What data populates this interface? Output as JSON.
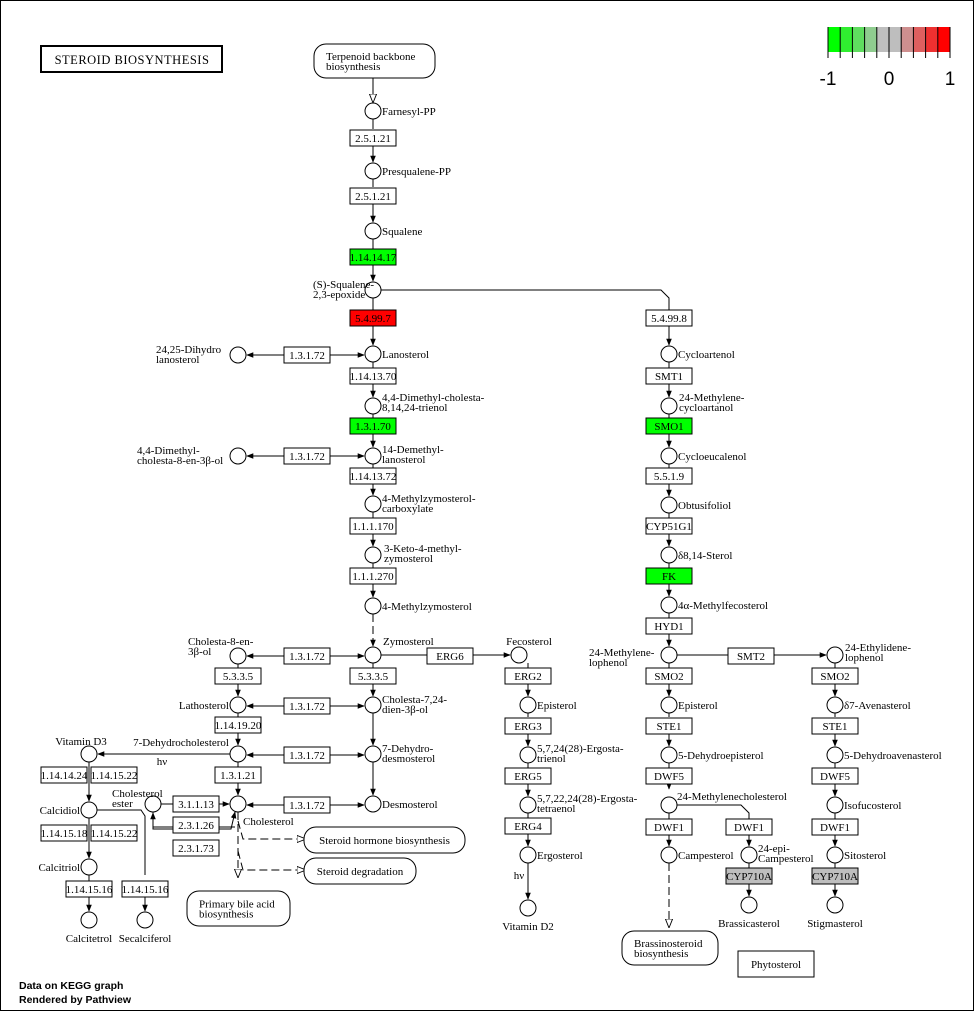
{
  "title": "STEROID BIOSYNTHESIS",
  "legend": {
    "ticks": [
      "-1",
      "0",
      "1"
    ],
    "colors": [
      "#00FF00",
      "#30EE30",
      "#5FDD5F",
      "#8FCC8F",
      "#BEBEBE",
      "#BEBEBE",
      "#CE8F8F",
      "#DE5F5F",
      "#EE3030",
      "#FF0000"
    ]
  },
  "credits": [
    "Data on KEGG graph",
    "Rendered by Pathview"
  ],
  "colors": {
    "up": "#FF0000",
    "down": "#00FF00",
    "nodata": "#BEBEBE",
    "default": "#FFFFFF"
  },
  "compounds": {
    "farnesyl_pp": "Farnesyl-PP",
    "presqualene_pp": "Presqualene-PP",
    "squalene": "Squalene",
    "squalene_epoxide": [
      "(S)-Squalene-",
      "2,3-epoxide"
    ],
    "lanosterol": "Lanosterol",
    "dihydrolanosterol": [
      "24,25-Dihydro",
      "lanosterol"
    ],
    "dimethyl_cholesta_trienol": [
      "4,4-Dimethyl-cholesta-",
      "8,14,24-trienol"
    ],
    "demethyl_lanosterol": [
      "14-Demethyl-",
      "lanosterol"
    ],
    "dimethyl_cholesta_en_ol": [
      "4,4-Dimethyl-",
      "cholesta-8-en-3β-ol"
    ],
    "methylzymosterol_carboxylate": [
      "4-Methylzymosterol-",
      "carboxylate"
    ],
    "keto_methyl_zymosterol": [
      "3-Keto-4-methyl-",
      "zymosterol"
    ],
    "methylzymosterol": "4-Methylzymosterol",
    "zymosterol": "Zymosterol",
    "cholesta_8_en_ol": [
      "Cholesta-8-en-",
      "3β-ol"
    ],
    "fecosterol": "Fecosterol",
    "lathosterol": "Lathosterol",
    "cholesta_7_24_dienol": [
      "Cholesta-7,24-",
      "dien-3β-ol"
    ],
    "dehydrocholesterol": "7-Dehydrocholesterol",
    "hv1": "hν",
    "dehydrodesmosterol": [
      "7-Dehydro-",
      "desmosterol"
    ],
    "vitamin_d3": "Vitamin D3",
    "desmosterol": "Desmosterol",
    "cholesterol": "Cholesterol",
    "cholesterol_ester": [
      "Cholesterol",
      "ester"
    ],
    "calcidiol": "Calcidiol",
    "calcitriol": "Calcitriol",
    "calcitetrol": "Calcitetrol",
    "secalciferol": "Secalciferol",
    "episterol_y": "Episterol",
    "ergostatrienol": [
      "5,7,24(28)-Ergosta-",
      "trienol"
    ],
    "ergostatetraenol": [
      "5,7,22,24(28)-Ergosta-",
      "tetraenol"
    ],
    "ergosterol": "Ergosterol",
    "hv2": "hν",
    "vitamin_d2": "Vitamin D2",
    "cycloartenol": "Cycloartenol",
    "methylene_cycloartanol": [
      "24-Methylene-",
      "cycloartanol"
    ],
    "cycloeucalenol": "Cycloeucalenol",
    "obtusifoliol": "Obtusifoliol",
    "d8_14_sterol": "δ8,14-Sterol",
    "methylfecosterol": "4α-Methylfecosterol",
    "methylene_lophenol": [
      "24-Methylene-",
      "lophenol"
    ],
    "ethylidene_lophenol": [
      "24-Ethylidene-",
      "lophenol"
    ],
    "episterol_p": "Episterol",
    "avenasterol": "δ7-Avenasterol",
    "dehydroepisterol": "5-Dehydroepisterol",
    "dehydroavenasterol": "5-Dehydroavenasterol",
    "methylenecholesterol": "24-Methylenecholesterol",
    "isofucosterol": "Isofucosterol",
    "campesterol": "Campesterol",
    "epi_campesterol": [
      "24-epi-",
      "Campesterol"
    ],
    "sitosterol": "Sitosterol",
    "brassicasterol": "Brassicasterol",
    "stigmasterol": "Stigmasterol"
  },
  "enzymes": {
    "e_25121a": {
      "label": "2.5.1.21",
      "color": "#FFFFFF"
    },
    "e_25121b": {
      "label": "2.5.1.21",
      "color": "#FFFFFF"
    },
    "e_1141417": {
      "label": "1.14.14.17",
      "color": "#00FF00"
    },
    "e_54997": {
      "label": "5.4.99.7",
      "color": "#FF0000"
    },
    "e_54998": {
      "label": "5.4.99.8",
      "color": "#FFFFFF"
    },
    "e_13172a": {
      "label": "1.3.1.72",
      "color": "#FFFFFF"
    },
    "e_1141370": {
      "label": "1.14.13.70",
      "color": "#FFFFFF"
    },
    "e_13170": {
      "label": "1.3.1.70",
      "color": "#00FF00"
    },
    "e_13172b": {
      "label": "1.3.1.72",
      "color": "#FFFFFF"
    },
    "e_1141372": {
      "label": "1.14.13.72",
      "color": "#FFFFFF"
    },
    "e_111170": {
      "label": "1.1.1.170",
      "color": "#FFFFFF"
    },
    "e_111270": {
      "label": "1.1.1.270",
      "color": "#FFFFFF"
    },
    "e_13172c": {
      "label": "1.3.1.72",
      "color": "#FFFFFF"
    },
    "e_erg6": {
      "label": "ERG6",
      "color": "#FFFFFF"
    },
    "e_5335a": {
      "label": "5.3.3.5",
      "color": "#FFFFFF"
    },
    "e_5335b": {
      "label": "5.3.3.5",
      "color": "#FFFFFF"
    },
    "e_13172d": {
      "label": "1.3.1.72",
      "color": "#FFFFFF"
    },
    "e_1141920": {
      "label": "1.14.19.20",
      "color": "#FFFFFF"
    },
    "e_13172e": {
      "label": "1.3.1.72",
      "color": "#FFFFFF"
    },
    "e_13121": {
      "label": "1.3.1.21",
      "color": "#FFFFFF"
    },
    "e_13172f": {
      "label": "1.3.1.72",
      "color": "#FFFFFF"
    },
    "e_31113": {
      "label": "3.1.1.13",
      "color": "#FFFFFF"
    },
    "e_23126": {
      "label": "2.3.1.26",
      "color": "#FFFFFF"
    },
    "e_23173": {
      "label": "2.3.1.73",
      "color": "#FFFFFF"
    },
    "e_1141424": {
      "label": "1.14.14.24",
      "color": "#FFFFFF"
    },
    "e_1141522a": {
      "label": "1.14.15.22",
      "color": "#FFFFFF"
    },
    "e_1141518": {
      "label": "1.14.15.18",
      "color": "#FFFFFF"
    },
    "e_1141522b": {
      "label": "1.14.15.22",
      "color": "#FFFFFF"
    },
    "e_1141516a": {
      "label": "1.14.15.16",
      "color": "#FFFFFF"
    },
    "e_1141516b": {
      "label": "1.14.15.16",
      "color": "#FFFFFF"
    },
    "e_erg2": {
      "label": "ERG2",
      "color": "#FFFFFF"
    },
    "e_erg3": {
      "label": "ERG3",
      "color": "#FFFFFF"
    },
    "e_erg5": {
      "label": "ERG5",
      "color": "#FFFFFF"
    },
    "e_erg4": {
      "label": "ERG4",
      "color": "#FFFFFF"
    },
    "e_smt1": {
      "label": "SMT1",
      "color": "#FFFFFF"
    },
    "e_smo1": {
      "label": "SMO1",
      "color": "#00FF00"
    },
    "e_5519": {
      "label": "5.5.1.9",
      "color": "#FFFFFF"
    },
    "e_cyp51g1": {
      "label": "CYP51G1",
      "color": "#FFFFFF"
    },
    "e_fk": {
      "label": "FK",
      "color": "#00FF00"
    },
    "e_hyd1": {
      "label": "HYD1",
      "color": "#FFFFFF"
    },
    "e_smt2": {
      "label": "SMT2",
      "color": "#FFFFFF"
    },
    "e_smo2a": {
      "label": "SMO2",
      "color": "#FFFFFF"
    },
    "e_smo2b": {
      "label": "SMO2",
      "color": "#FFFFFF"
    },
    "e_ste1a": {
      "label": "STE1",
      "color": "#FFFFFF"
    },
    "e_ste1b": {
      "label": "STE1",
      "color": "#FFFFFF"
    },
    "e_dwf5a": {
      "label": "DWF5",
      "color": "#FFFFFF"
    },
    "e_dwf5b": {
      "label": "DWF5",
      "color": "#FFFFFF"
    },
    "e_dwf1a": {
      "label": "DWF1",
      "color": "#FFFFFF"
    },
    "e_dwf1b": {
      "label": "DWF1",
      "color": "#FFFFFF"
    },
    "e_dwf1c": {
      "label": "DWF1",
      "color": "#FFFFFF"
    },
    "e_cyp710a_a": {
      "label": "CYP710A",
      "color": "#BEBEBE"
    },
    "e_cyp710a_b": {
      "label": "CYP710A",
      "color": "#BEBEBE"
    }
  },
  "maps": {
    "terpenoid": [
      "Terpenoid backbone",
      "biosynthesis"
    ],
    "steroid_hormone": [
      "Steroid hormone biosynthesis"
    ],
    "steroid_degradation": [
      "Steroid degradation"
    ],
    "primary_bile": [
      "Primary bile acid",
      "biosynthesis"
    ],
    "brassinosteroid": [
      "Brassinosteroid",
      "biosynthesis"
    ]
  },
  "phytosterol_label": "Phytosterol"
}
